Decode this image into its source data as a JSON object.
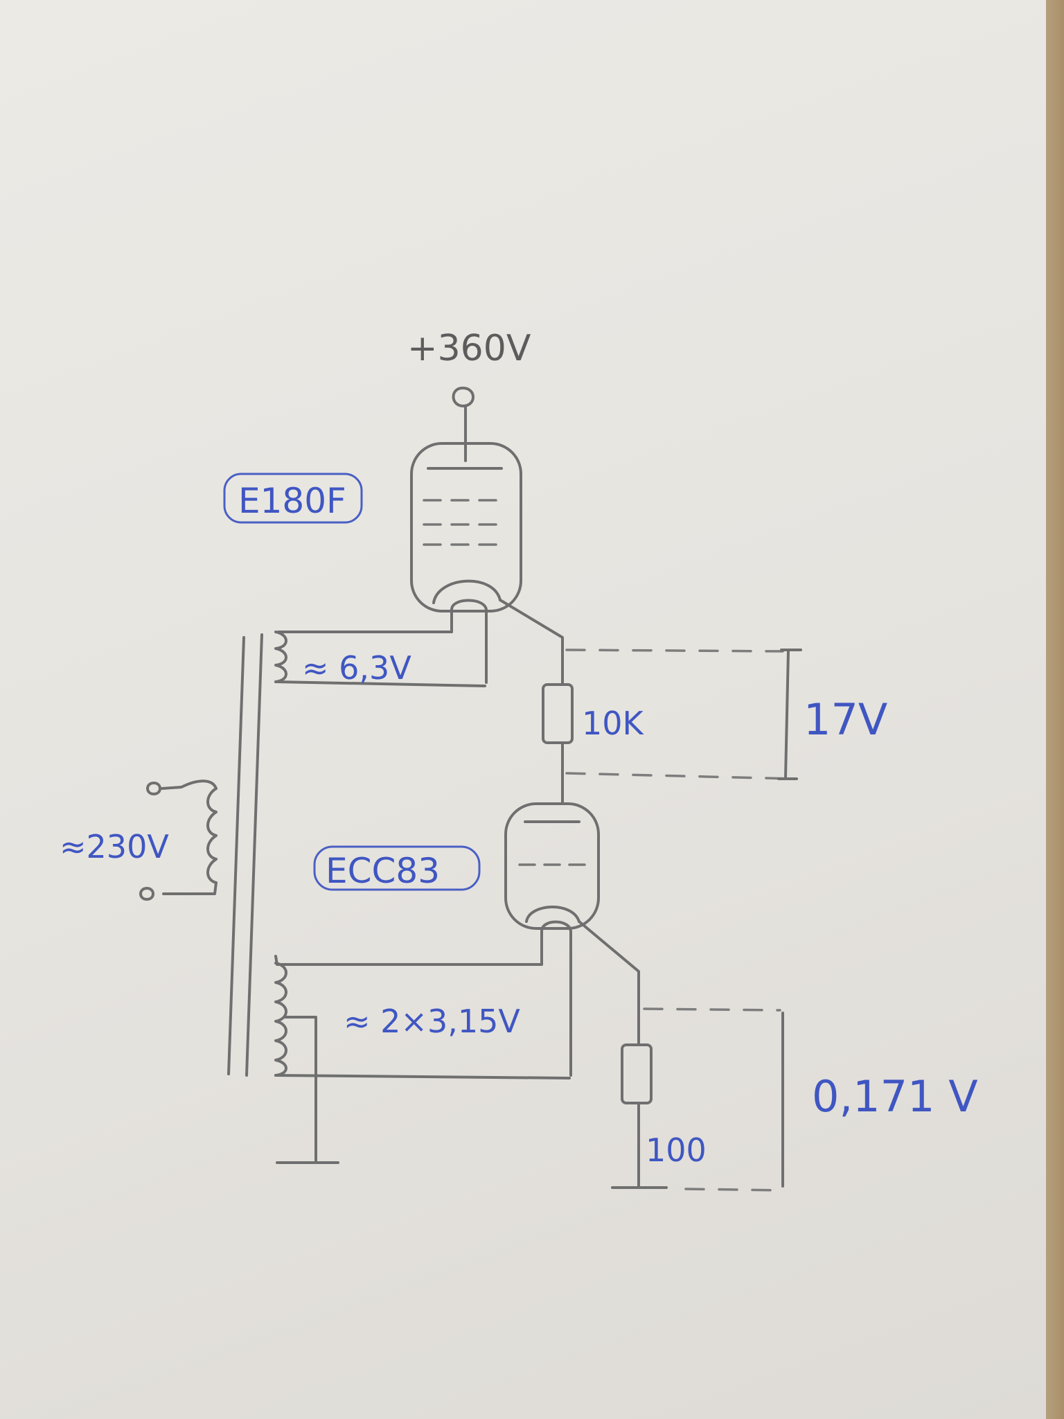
{
  "supply": {
    "voltage": "+360V"
  },
  "tubes": {
    "upper": "E180F",
    "lower": "ECC83"
  },
  "transformer": {
    "primary": "≈230V",
    "heater_upper": "≈ 6,3V",
    "heater_lower": "≈ 2×3,15V"
  },
  "resistors": {
    "upper": "10K",
    "lower": "100"
  },
  "measurements": {
    "upper_drop": "17V",
    "lower_drop": "0,171 V"
  },
  "colors": {
    "pencil": "#6f6f6f",
    "ink": "#3f56c2",
    "paper": "#e8e6e1"
  }
}
